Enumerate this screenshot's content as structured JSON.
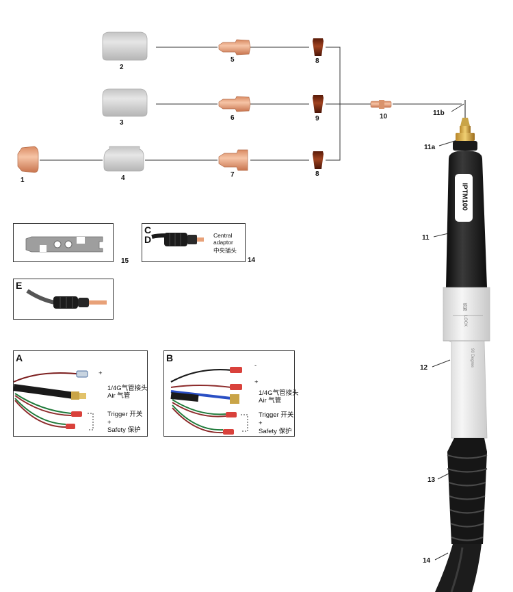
{
  "parts": {
    "p1": "1",
    "p2": "2",
    "p3": "3",
    "p4": "4",
    "p5": "5",
    "p6": "6",
    "p7": "7",
    "p8a": "8",
    "p8b": "8",
    "p9": "9",
    "p10": "10",
    "p11": "11",
    "p11a": "11a",
    "p11b": "11b",
    "p12": "12",
    "p13": "13",
    "p14": "14",
    "p14box": "14",
    "p15": "15"
  },
  "handle_model": "IPTM100",
  "collar_marks": {
    "top": "锁紧",
    "bottom": "LOCK",
    "side": "90 Degree"
  },
  "boxes": {
    "central_adaptor": {
      "letter_c": "C",
      "letter_d": "D",
      "text_en": "Central adaptor",
      "text_cn": "中央插头"
    },
    "e": {
      "letter": "E"
    },
    "a": {
      "letter": "A",
      "plus": "+",
      "air_cn": "1/4G气管接头",
      "air_en": "Air 气管",
      "trigger": "Trigger 开关",
      "plus2": "+",
      "safety": "Safety 保护"
    },
    "b": {
      "letter": "B",
      "minus": "-",
      "plus": "+",
      "air_cn": "1/4G气管接头",
      "air_en": "Air 气管",
      "trigger": "Trigger 开关",
      "plus2": "+",
      "safety": "Safety 保护"
    }
  },
  "colors": {
    "copper": "#e8a178",
    "ceramic": "#d2d2d2",
    "brown": "#7a2a10",
    "black": "#1b1b1b",
    "white_sleeve": "#e9e9e9"
  }
}
